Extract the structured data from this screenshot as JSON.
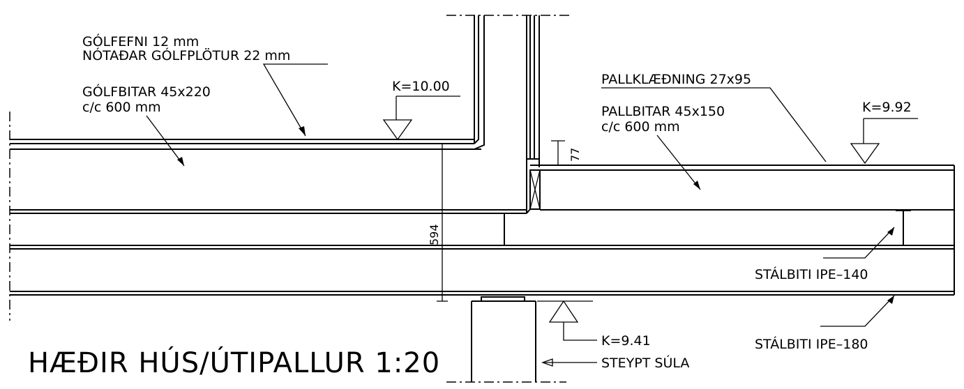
{
  "drawing": {
    "title": "HÆÐIR HÚS/ÚTIPALLUR 1:20",
    "labels": {
      "golfefni": "GÓLFEFNI 12 mm",
      "notadar": "NÓTAÐAR GÓLFPLÖTUR 22 mm",
      "golfbitar": "GÓLFBITAR 45x220",
      "golfbitar_cc": "c/c 600 mm",
      "pallklaedning": "PALLKLÆÐNING 27x95",
      "pallbitar": "PALLBITAR 45x150",
      "pallbitar_cc": "c/c 600 mm",
      "stalbiti_140": "STÁLBITI IPE–140",
      "stalbiti_180": "STÁLBITI IPE–180",
      "steypt_sula": "STEYPT SÚLA"
    },
    "levels": {
      "k1000": "K=10.00",
      "k992": "K=9.92",
      "k941": "K=9.41"
    },
    "dimensions": {
      "d77": "77",
      "d594": "594"
    }
  }
}
